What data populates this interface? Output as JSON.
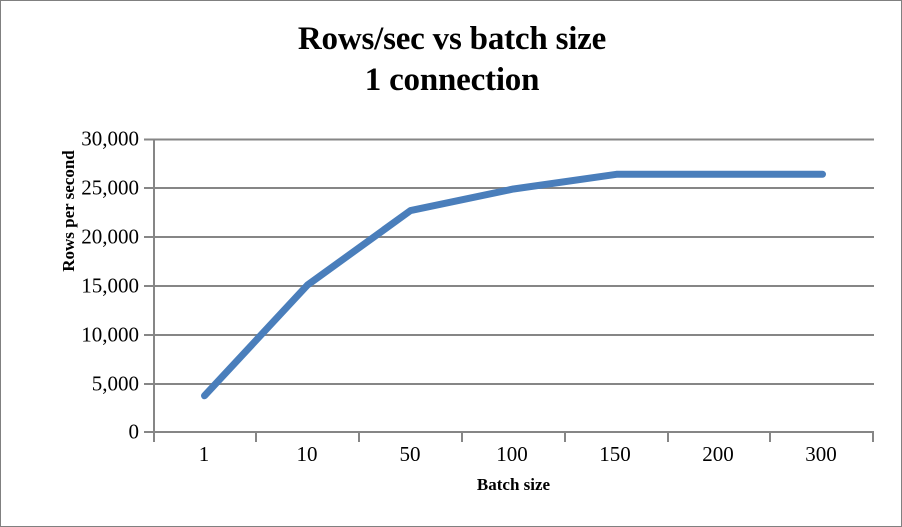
{
  "chart_data": {
    "type": "line",
    "title": "Rows/sec vs batch size",
    "subtitle": "1 connection",
    "title_line1": "Rows/sec vs batch size",
    "title_line2": "1 connection",
    "xlabel": "Batch size",
    "ylabel": "Rows per second",
    "categories": [
      "1",
      "10",
      "50",
      "100",
      "150",
      "200",
      "300"
    ],
    "values": [
      3800,
      15100,
      22700,
      24900,
      26400,
      26400,
      26400
    ],
    "series": [
      {
        "name": "Rows per second",
        "color": "#4A7EBB",
        "values": [
          3800,
          15100,
          22700,
          24900,
          26400,
          26400,
          26400
        ]
      }
    ],
    "ylim": [
      0,
      30000
    ],
    "ytick_values": [
      0,
      5000,
      10000,
      15000,
      20000,
      25000,
      30000
    ],
    "ytick_labels": [
      "0",
      "5,000",
      "10,000",
      "15,000",
      "20,000",
      "25,000",
      "30,000"
    ],
    "grid": "horizontal",
    "legend": "none",
    "line_width": 7,
    "colors": {
      "series_blue": "#4A7EBB",
      "gridline": "#868686",
      "axis": "#868686",
      "border": "#808080",
      "text": "#000000",
      "background": "#FFFFFF"
    }
  }
}
